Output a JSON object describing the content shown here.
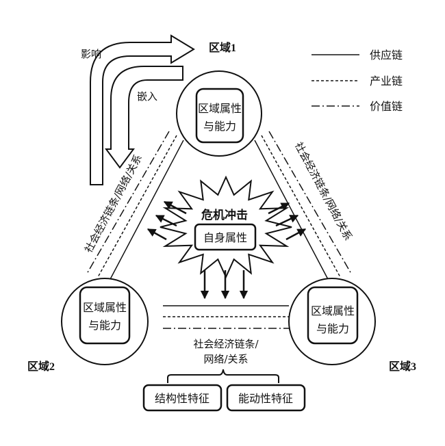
{
  "regions": [
    {
      "label": "区域1",
      "box_line1": "区域属性",
      "box_line2": "与能力"
    },
    {
      "label": "区域2",
      "box_line1": "区域属性",
      "box_line2": "与能力"
    },
    {
      "label": "区域3",
      "box_line1": "区域属性",
      "box_line2": "与能力"
    }
  ],
  "legend": [
    {
      "label": "供应链",
      "style": "solid"
    },
    {
      "label": "产业链",
      "style": "dashed"
    },
    {
      "label": "价值链",
      "style": "dash-dot"
    }
  ],
  "arrows": {
    "influence": "影响",
    "embed": "嵌入"
  },
  "links": {
    "left": "社会经济链条/网络/关系",
    "right": "社会经济链条/网络/关系",
    "bottom_line1": "社会经济链条/",
    "bottom_line2": "网络/关系"
  },
  "crisis": {
    "title": "危机冲击",
    "box": "自身属性"
  },
  "features": {
    "structural": "结构性特征",
    "dynamic": "能动性特征"
  },
  "colors": {
    "stroke": "#111111",
    "background": "#ffffff"
  }
}
